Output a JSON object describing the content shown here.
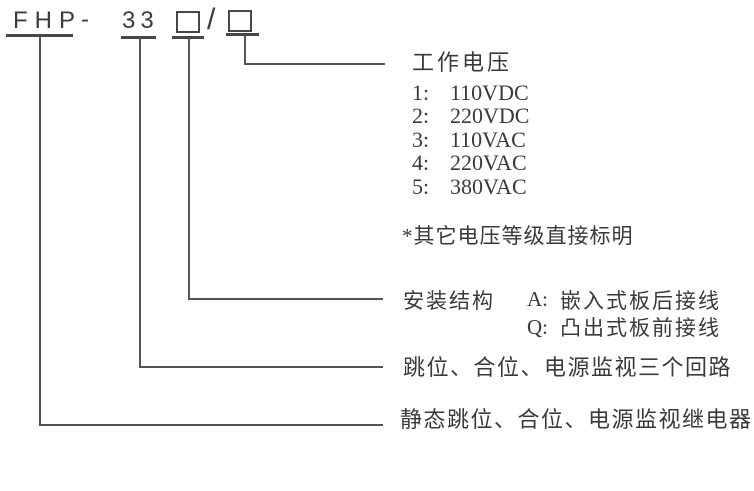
{
  "diagram": {
    "colors": {
      "ink": "#3a3a3a",
      "line": "#555555"
    },
    "model_code": {
      "prefix": "FHP",
      "dash": "-",
      "series": "33",
      "slash": "/"
    },
    "voltage": {
      "title": "工作电压",
      "options": [
        {
          "key": "1:",
          "value": "110VDC"
        },
        {
          "key": "2:",
          "value": "220VDC"
        },
        {
          "key": "3:",
          "value": "110VAC"
        },
        {
          "key": "4:",
          "value": "220VAC"
        },
        {
          "key": "5:",
          "value": "380VAC"
        }
      ],
      "note": "*其它电压等级直接标明"
    },
    "mounting": {
      "label": "安装结构",
      "options": [
        {
          "key": "A:",
          "value": "嵌入式板后接线"
        },
        {
          "key": "Q:",
          "value": "凸出式板前接线"
        }
      ]
    },
    "circuits_label": "跳位、合位、电源监视三个回路",
    "relay_label": "静态跳位、合位、电源监视继电器"
  }
}
